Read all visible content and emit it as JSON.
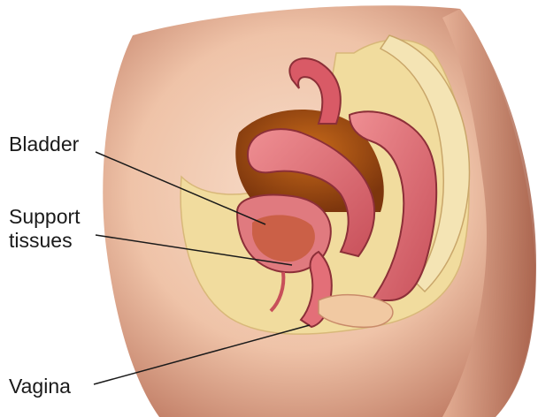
{
  "labels": {
    "bladder": "Bladder",
    "support_tissues": "Support\ntissues",
    "vagina": "Vagina"
  },
  "colors": {
    "skin_light": "#f4d3be",
    "skin_dark": "#b8705a",
    "fat_tissue": "#f1dc9e",
    "organ_pink": "#e06b75",
    "organ_dark": "#b3404a",
    "cavity_brown": "#9a4a10",
    "leader_line": "#1a1a1a"
  },
  "icons": [
    "pelvic-anatomy-illustration"
  ]
}
